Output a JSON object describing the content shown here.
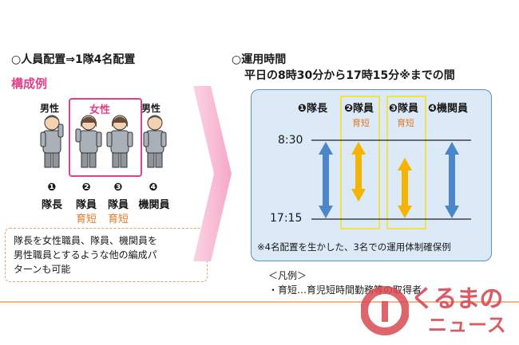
{
  "left": {
    "header": "○人員配置⇒1隊4名配置",
    "subheader": "構成例",
    "gender_labels": [
      "男性",
      "女性",
      "男性"
    ],
    "members": [
      {
        "num": "❶",
        "role": "隊長",
        "note": ""
      },
      {
        "num": "❷",
        "role": "隊員",
        "note": "育短"
      },
      {
        "num": "❸",
        "role": "隊員",
        "note": "育短"
      },
      {
        "num": "❹",
        "role": "機関員",
        "note": ""
      }
    ],
    "note_lines": [
      "隊長を女性職員、隊員、機関員を",
      "男性職員とするような他の編成パ",
      "ターンも可能"
    ]
  },
  "right": {
    "header_line1": "○運用時間",
    "header_line2": "平日の8時30分から17時15分※までの間",
    "columns": [
      {
        "num": "❶",
        "role": "隊長",
        "note": ""
      },
      {
        "num": "❷",
        "role": "隊員",
        "note": "育短"
      },
      {
        "num": "❸",
        "role": "隊員",
        "note": "育短"
      },
      {
        "num": "❹",
        "role": "機関員",
        "note": ""
      }
    ],
    "time_start": "8:30",
    "time_end": "17:15",
    "footnote": "※4名配置を生かした、3名での運用体制確保例",
    "legend_title": "＜凡例＞",
    "legend_item": "・育短…育児短時間勤務等の取得者"
  },
  "watermark": {
    "line1": "くるまの",
    "line2": "ニュース"
  },
  "colors": {
    "blue_arrow": "#4a86c8",
    "yellow_arrow": "#f5b400",
    "pink": "#e0408a",
    "orange": "#e07a2a",
    "chart_bg": "#dce9f6"
  }
}
